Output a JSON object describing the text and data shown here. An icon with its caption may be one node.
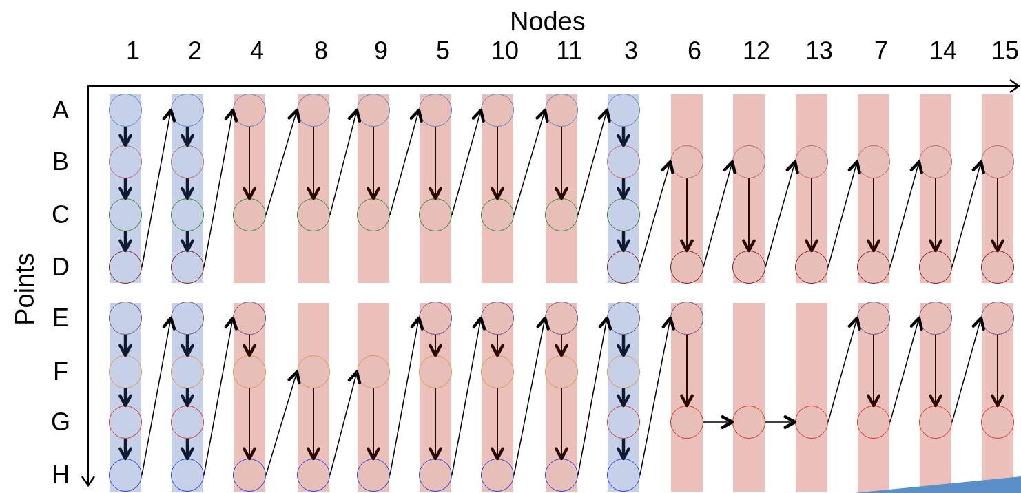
{
  "diagram": {
    "nodes": [
      {
        "text": [],
        "shape": "circle"
      },
      {
        "text": [],
        "shape": "circle"
      },
      {
        "text": [],
        "shape": "circle"
      },
      {
        "text": [],
        "shape": "circle"
      },
      {
        "text": [],
        "shape": "circle"
      },
      {
        "text": [],
        "shape": "circle"
      },
      {
        "text": [],
        "shape": "circle"
      },
      {
        "text": [],
        "shape": "circle"
      },
      {
        "text": [],
        "shape": "circle"
      },
      {
        "text": [],
        "shape": "circle"
      },
      {
        "text": [],
        "shape": "circle"
      },
      {
        "text": [],
        "shape": "circle"
      },
      {
        "text": [],
        "shape": "circle"
      },
      {
        "text": [],
        "shape": "circle"
      },
      {
        "text": [],
        "shape": "circle"
      },
      {
        "text": [],
        "shape": "circle"
      },
      {
        "text": [],
        "shape": "circle"
      },
      {
        "text": [],
        "shape": "circle"
      },
      {
        "text": [],
        "shape": "circle"
      },
      {
        "text": [],
        "shape": "circle"
      },
      {
        "text": [],
        "shape": "circle"
      },
      {
        "text": [],
        "shape": "circle"
      },
      {
        "text": [],
        "shape": "circle"
      },
      {
        "text": [],
        "shape": "circle"
      },
      {
        "text": [],
        "shape": "circle"
      },
      {
        "text": [],
        "shape": "circle"
      },
      {
        "text": [],
        "shape": "circle"
      },
      {
        "text": [],
        "shape": "circle"
      },
      {
        "text": [],
        "shape": "circle"
      },
      {
        "text": [],
        "shape": "circle"
      },
      {
        "text": [],
        "shape": "circle"
      },
      {
        "text": [],
        "shape": "circle"
      },
      {
        "text": [],
        "shape": "circle"
      },
      {
        "text": [],
        "shape": "circle"
      },
      {
        "text": [],
        "shape": "circle"
      },
      {
        "text": [],
        "shape": "circle"
      },
      {
        "text": [],
        "shape": "circle"
      },
      {
        "text": [],
        "shape": "circle"
      },
      {
        "text": [],
        "shape": "circle"
      },
      {
        "text": [],
        "shape": "circle"
      },
      {
        "text": [],
        "shape": "circle"
      },
      {
        "text": [],
        "shape": "circle"
      },
      {
        "text": [],
        "shape": "circle"
      },
      {
        "text": [],
        "shape": "circle"
      },
      {
        "text": [],
        "shape": "circle"
      },
      {
        "text": [],
        "shape": "circle"
      },
      {
        "text": [],
        "shape": "circle"
      },
      {
        "text": [],
        "shape": "circle"
      },
      {
        "text": [],
        "shape": "circle"
      },
      {
        "text": [],
        "shape": "circle"
      },
      {
        "text": [],
        "shape": "circle"
      },
      {
        "text": [],
        "shape": "circle"
      },
      {
        "text": [],
        "shape": "circle"
      },
      {
        "text": [],
        "shape": "circle"
      },
      {
        "text": [],
        "shape": "circle"
      },
      {
        "text": [],
        "shape": "circle"
      },
      {
        "text": [],
        "shape": "circle"
      },
      {
        "text": [],
        "shape": "circle"
      },
      {
        "text": [],
        "shape": "circle"
      },
      {
        "text": [],
        "shape": "circle"
      },
      {
        "text": [],
        "shape": "circle"
      },
      {
        "text": [],
        "shape": "circle"
      },
      {
        "text": [],
        "shape": "circle"
      },
      {
        "text": [],
        "shape": "circle"
      },
      {
        "text": [],
        "shape": "circle"
      },
      {
        "text": [],
        "shape": "circle"
      },
      {
        "text": [],
        "shape": "circle"
      },
      {
        "text": [],
        "shape": "circle"
      },
      {
        "text": [],
        "shape": "circle"
      },
      {
        "text": [],
        "shape": "circle"
      },
      {
        "text": [],
        "shape": "circle"
      },
      {
        "text": [],
        "shape": "circle"
      },
      {
        "text": [],
        "shape": "circle"
      },
      {
        "text": [],
        "shape": "circle"
      }
    ],
    "edges": [
      {
        "from": 0,
        "to": 9,
        "arrow": "to",
        "style": "thick",
        "color": "#0f1a33"
      },
      {
        "from": 9,
        "to": 18,
        "arrow": "to",
        "style": "thick",
        "color": "#0f1a33"
      },
      {
        "from": 18,
        "to": 27,
        "arrow": "to",
        "style": "thick",
        "color": "#0f1a33"
      },
      {
        "from": 27,
        "to": 1,
        "arrow": "to"
      },
      {
        "from": 1,
        "to": 10,
        "arrow": "to",
        "style": "thick",
        "color": "#0f1a33"
      },
      {
        "from": 10,
        "to": 19,
        "arrow": "to",
        "style": "thick",
        "color": "#0f1a33"
      },
      {
        "from": 19,
        "to": 28,
        "arrow": "to",
        "style": "thick",
        "color": "#0f1a33"
      },
      {
        "from": 28,
        "to": 2,
        "arrow": "to"
      },
      {
        "from": 2,
        "to": 20,
        "arrow": "to",
        "color": "#2a0800"
      },
      {
        "from": 20,
        "to": 3,
        "arrow": "to"
      },
      {
        "from": 3,
        "to": 21,
        "arrow": "to",
        "color": "#2a0800"
      },
      {
        "from": 21,
        "to": 4,
        "arrow": "to"
      },
      {
        "from": 4,
        "to": 22,
        "arrow": "to",
        "color": "#2a0800"
      },
      {
        "from": 22,
        "to": 5,
        "arrow": "to"
      },
      {
        "from": 5,
        "to": 23,
        "arrow": "to",
        "color": "#2a0800"
      },
      {
        "from": 23,
        "to": 6,
        "arrow": "to"
      },
      {
        "from": 6,
        "to": 24,
        "arrow": "to",
        "color": "#2a0800"
      },
      {
        "from": 24,
        "to": 7,
        "arrow": "to"
      },
      {
        "from": 7,
        "to": 25,
        "arrow": "to",
        "color": "#2a0800"
      },
      {
        "from": 25,
        "to": 8,
        "arrow": "to"
      },
      {
        "from": 8,
        "to": 11,
        "arrow": "to",
        "style": "thick",
        "color": "#0f1a33"
      },
      {
        "from": 11,
        "to": 26,
        "arrow": "to",
        "style": "thick",
        "color": "#0f1a33"
      },
      {
        "from": 26,
        "to": 29,
        "arrow": "to",
        "style": "thick",
        "color": "#0f1a33"
      },
      {
        "from": 29,
        "to": 12,
        "arrow": "to"
      },
      {
        "from": 12,
        "to": 30,
        "arrow": "to",
        "color": "#2a0800"
      },
      {
        "from": 30,
        "to": 13,
        "arrow": "to"
      },
      {
        "from": 13,
        "to": 31,
        "arrow": "to",
        "color": "#2a0800"
      },
      {
        "from": 31,
        "to": 14,
        "arrow": "to"
      },
      {
        "from": 14,
        "to": 32,
        "arrow": "to",
        "color": "#2a0800"
      },
      {
        "from": 32,
        "to": 15,
        "arrow": "to"
      },
      {
        "from": 15,
        "to": 33,
        "arrow": "to",
        "color": "#2a0800"
      },
      {
        "from": 33,
        "to": 16,
        "arrow": "to"
      },
      {
        "from": 16,
        "to": 34,
        "arrow": "to",
        "color": "#2a0800"
      },
      {
        "from": 34,
        "to": 17,
        "arrow": "to"
      },
      {
        "from": 17,
        "to": 35,
        "arrow": "to",
        "color": "#2a0800"
      },
      {
        "from": 36,
        "to": 47,
        "arrow": "to",
        "style": "thick",
        "color": "#0f1a33"
      },
      {
        "from": 47,
        "to": 56,
        "arrow": "to",
        "style": "thick",
        "color": "#0f1a33"
      },
      {
        "from": 56,
        "to": 65,
        "arrow": "to",
        "style": "thick",
        "color": "#0f1a33"
      },
      {
        "from": 65,
        "to": 37,
        "arrow": "to"
      },
      {
        "from": 37,
        "to": 48,
        "arrow": "to",
        "style": "thick",
        "color": "#0f1a33"
      },
      {
        "from": 48,
        "to": 57,
        "arrow": "to",
        "style": "thick",
        "color": "#0f1a33"
      },
      {
        "from": 57,
        "to": 66,
        "arrow": "to",
        "style": "thick",
        "color": "#0f1a33"
      },
      {
        "from": 66,
        "to": 38,
        "arrow": "to"
      },
      {
        "from": 38,
        "to": 49,
        "arrow": "to",
        "color": "#2a0800"
      },
      {
        "from": 49,
        "to": 67,
        "arrow": "to",
        "color": "#2a0800"
      },
      {
        "from": 67,
        "to": 50,
        "arrow": "to"
      },
      {
        "from": 50,
        "to": 68,
        "arrow": "to",
        "color": "#2a0800"
      },
      {
        "from": 68,
        "to": 51,
        "arrow": "to"
      },
      {
        "from": 51,
        "to": 69,
        "arrow": "to",
        "color": "#2a0800"
      },
      {
        "from": 69,
        "to": 39,
        "arrow": "to"
      },
      {
        "from": 39,
        "to": 52,
        "arrow": "to",
        "color": "#2a0800"
      },
      {
        "from": 52,
        "to": 70,
        "arrow": "to",
        "color": "#2a0800"
      },
      {
        "from": 70,
        "to": 40,
        "arrow": "to"
      },
      {
        "from": 40,
        "to": 53,
        "arrow": "to",
        "color": "#2a0800"
      },
      {
        "from": 53,
        "to": 71,
        "arrow": "to",
        "color": "#2a0800"
      },
      {
        "from": 71,
        "to": 41,
        "arrow": "to"
      },
      {
        "from": 41,
        "to": 54,
        "arrow": "to",
        "color": "#2a0800"
      },
      {
        "from": 54,
        "to": 72,
        "arrow": "to",
        "color": "#2a0800"
      },
      {
        "from": 72,
        "to": 42,
        "arrow": "to"
      },
      {
        "from": 42,
        "to": 55,
        "arrow": "to",
        "style": "thick",
        "color": "#0f1a33"
      },
      {
        "from": 55,
        "to": 58,
        "arrow": "to",
        "style": "thick",
        "color": "#0f1a33"
      },
      {
        "from": 58,
        "to": 73,
        "arrow": "to",
        "style": "thick",
        "color": "#0f1a33"
      },
      {
        "from": 73,
        "to": 43,
        "arrow": "to"
      },
      {
        "from": 43,
        "to": 59,
        "arrow": "to",
        "color": "#2a0800"
      },
      {
        "from": 59,
        "to": 60,
        "arrow": "to"
      },
      {
        "from": 60,
        "to": 61,
        "arrow": "to"
      },
      {
        "from": 61,
        "to": 44,
        "arrow": "to"
      },
      {
        "from": 44,
        "to": 62,
        "arrow": "to",
        "color": "#2a0800"
      },
      {
        "from": 62,
        "to": 45,
        "arrow": "to"
      },
      {
        "from": 45,
        "to": 63,
        "arrow": "to",
        "color": "#2a0800"
      },
      {
        "from": 63,
        "to": 46,
        "arrow": "to"
      },
      {
        "from": 46,
        "to": 64,
        "arrow": "to",
        "color": "#2a0800"
      }
    ],
    "labels": [
      "Nodes",
      "1",
      "2",
      "4",
      "8",
      "9",
      "5",
      "10",
      "11",
      "3",
      "6",
      "12",
      "13",
      "7",
      "14",
      "15",
      "Points",
      "A",
      "B",
      "C",
      "D",
      "E",
      "F",
      "G",
      "H"
    ]
  }
}
